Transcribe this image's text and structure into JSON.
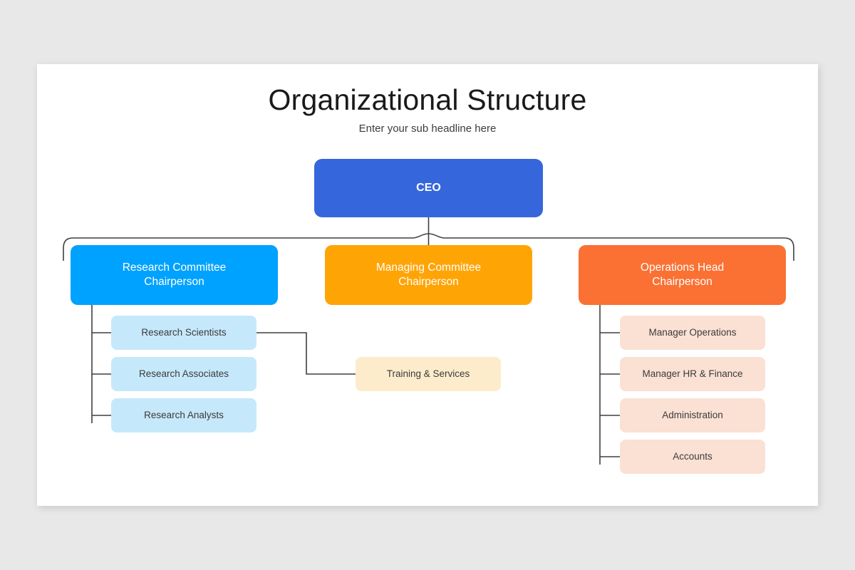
{
  "slide": {
    "title": "Organizational Structure",
    "subtitle": "Enter your sub headline here",
    "background_color": "#e8e8e8",
    "canvas_color": "#ffffff"
  },
  "chart_data": {
    "type": "diagram",
    "diagram_type": "organizational-chart",
    "title": "Organizational Structure",
    "subtitle": "Enter your sub headline here",
    "root": {
      "id": "ceo",
      "label": "CEO",
      "color": "#3566dc",
      "text_color": "#ffffff",
      "level": 0
    },
    "branches": [
      {
        "id": "research-committee",
        "label": "Research Committee\nChairperson",
        "color": "#00a2ff",
        "text_color": "#ffffff",
        "level": 1,
        "children": [
          {
            "id": "research-scientists",
            "label": "Research  Scientists",
            "color": "#c6e8fb",
            "text_color": "#3b3b3b",
            "level": 2
          },
          {
            "id": "research-associates",
            "label": "Research  Associates",
            "color": "#c6e8fb",
            "text_color": "#3b3b3b",
            "level": 2
          },
          {
            "id": "research-analysts",
            "label": "Research  Analysts",
            "color": "#c6e8fb",
            "text_color": "#3b3b3b",
            "level": 2
          }
        ]
      },
      {
        "id": "managing-committee",
        "label": "Managing Committee\nChairperson",
        "color": "#ffa405",
        "text_color": "#ffffff",
        "level": 1,
        "children": [
          {
            "id": "training-services",
            "label": "Training & Services",
            "color": "#fceccc",
            "text_color": "#3b3b3b",
            "level": 2
          }
        ]
      },
      {
        "id": "operations-head",
        "label": "Operations Head\nChairperson",
        "color": "#fa7133",
        "text_color": "#ffffff",
        "level": 1,
        "children": [
          {
            "id": "manager-operations",
            "label": "Manager Operations",
            "color": "#fbe0d4",
            "text_color": "#3b3b3b",
            "level": 2
          },
          {
            "id": "manager-hr-finance",
            "label": "Manager HR & Finance",
            "color": "#fbe0d4",
            "text_color": "#3b3b3b",
            "level": 2
          },
          {
            "id": "administration",
            "label": "Administration",
            "color": "#fbe0d4",
            "text_color": "#3b3b3b",
            "level": 2
          },
          {
            "id": "accounts",
            "label": "Accounts",
            "color": "#fbe0d4",
            "text_color": "#3b3b3b",
            "level": 2
          }
        ]
      }
    ],
    "connector_color": "#3f3f3f",
    "notes": "Training & Services connects leftward and upward, joining the line that leaves the right edge of Research Scientists."
  }
}
